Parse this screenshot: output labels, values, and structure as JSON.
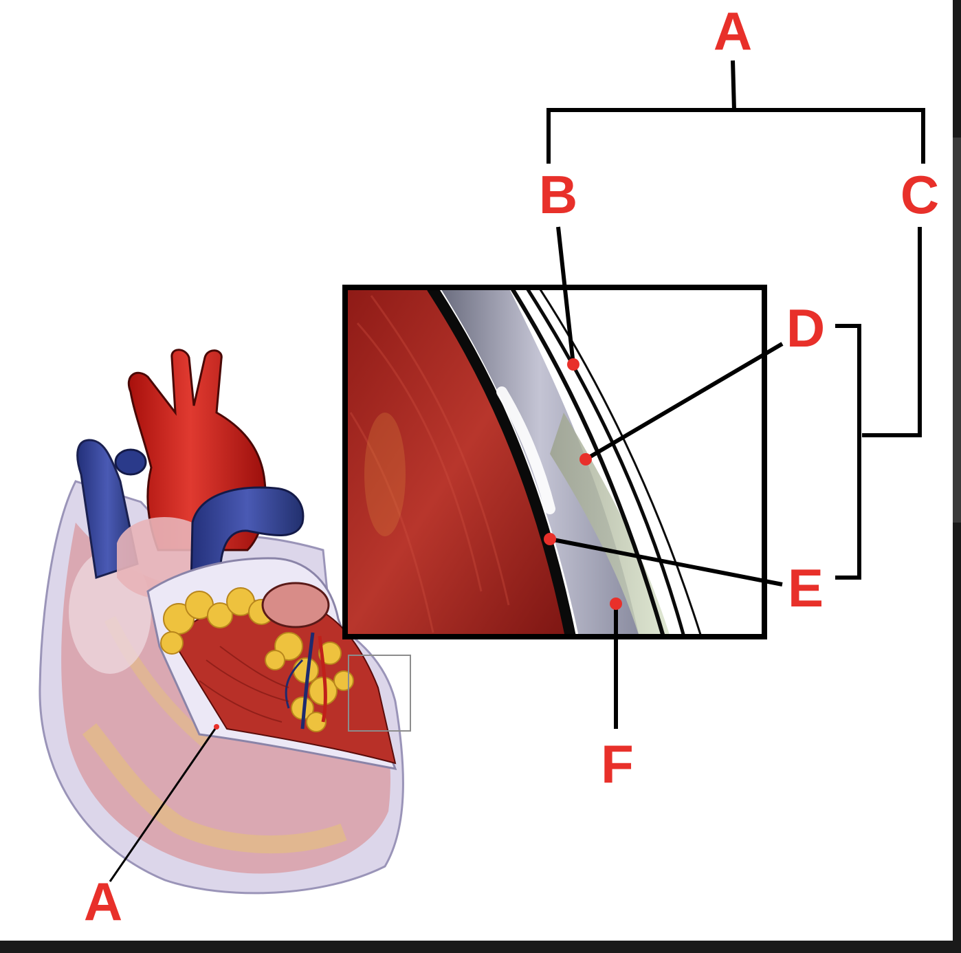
{
  "diagram": {
    "colors": {
      "label": "#e8302a",
      "line": "#000000",
      "background": "#ffffff",
      "frame": "#1a1a1a",
      "muscle": "#a3241e",
      "artery": "#c8201c",
      "vein": "#2f3f8f",
      "fat": "#e8b83a",
      "sac": "#d8d4ec"
    },
    "labels": {
      "top_a": "A",
      "b": "B",
      "c": "C",
      "d": "D",
      "e": "E",
      "f": "F",
      "bottom_a": "A"
    }
  }
}
